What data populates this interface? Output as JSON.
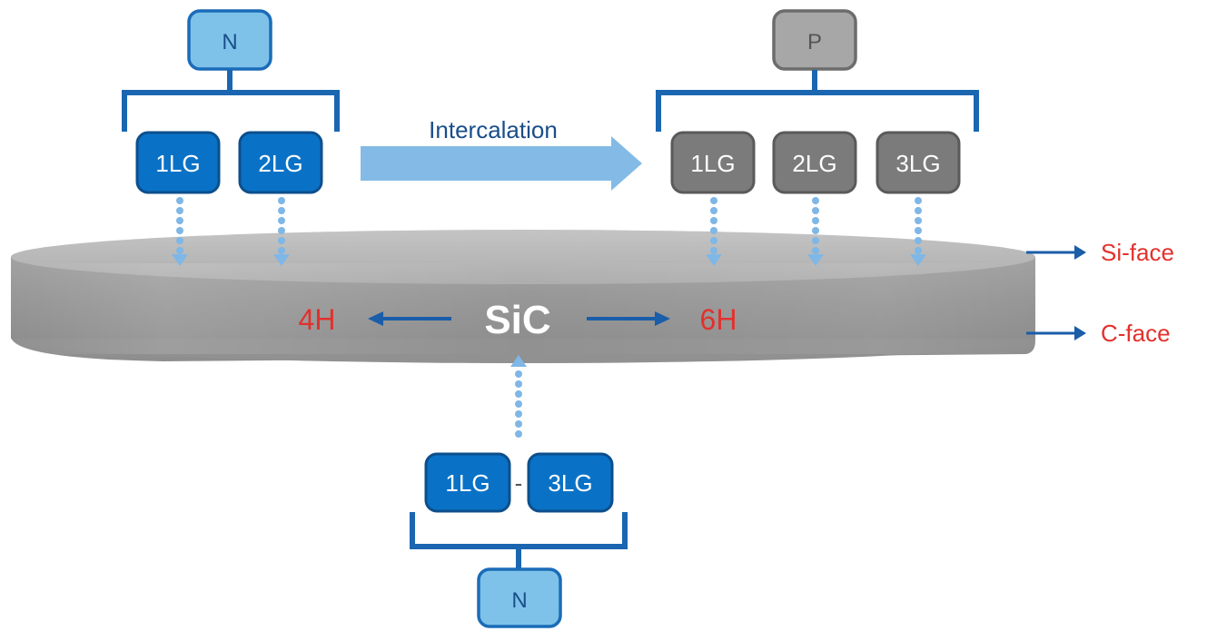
{
  "top_left_group": {
    "type_label": "N",
    "layers": [
      "1LG",
      "2LG"
    ]
  },
  "top_right_group": {
    "type_label": "P",
    "layers": [
      "1LG",
      "2LG",
      "3LG"
    ]
  },
  "intercalation_label": "Intercalation",
  "substrate": {
    "material": "SiC",
    "polytype_left": "4H",
    "polytype_right": "6H",
    "face_top": "Si-face",
    "face_bottom": "C-face"
  },
  "bottom_group": {
    "layer_start": "1LG",
    "range_separator": "-",
    "layer_end": "3LG",
    "type_label": "N"
  },
  "colors": {
    "n_type_box": "#7ec2ea",
    "layer_box_blue": "#0a72c6",
    "p_type_box": "#a7a7a7",
    "layer_box_gray": "#7b7b7b",
    "bracket_blue": "#1a66b0",
    "dotted_arrow": "#7fb7e6",
    "wide_arrow": "#84bbe6",
    "red_text": "#e2312d",
    "face_arrow": "#1a5da9",
    "substrate": "#999999",
    "intercalation_text": "#1a4e8a"
  },
  "icons": {
    "intercalation_arrow": "wide-right-arrow-icon",
    "polytype_arrows": "left-right-arrow-icon",
    "face_arrows": "right-arrow-icon",
    "dotted_arrows": "dotted-down-arrow-icon"
  }
}
